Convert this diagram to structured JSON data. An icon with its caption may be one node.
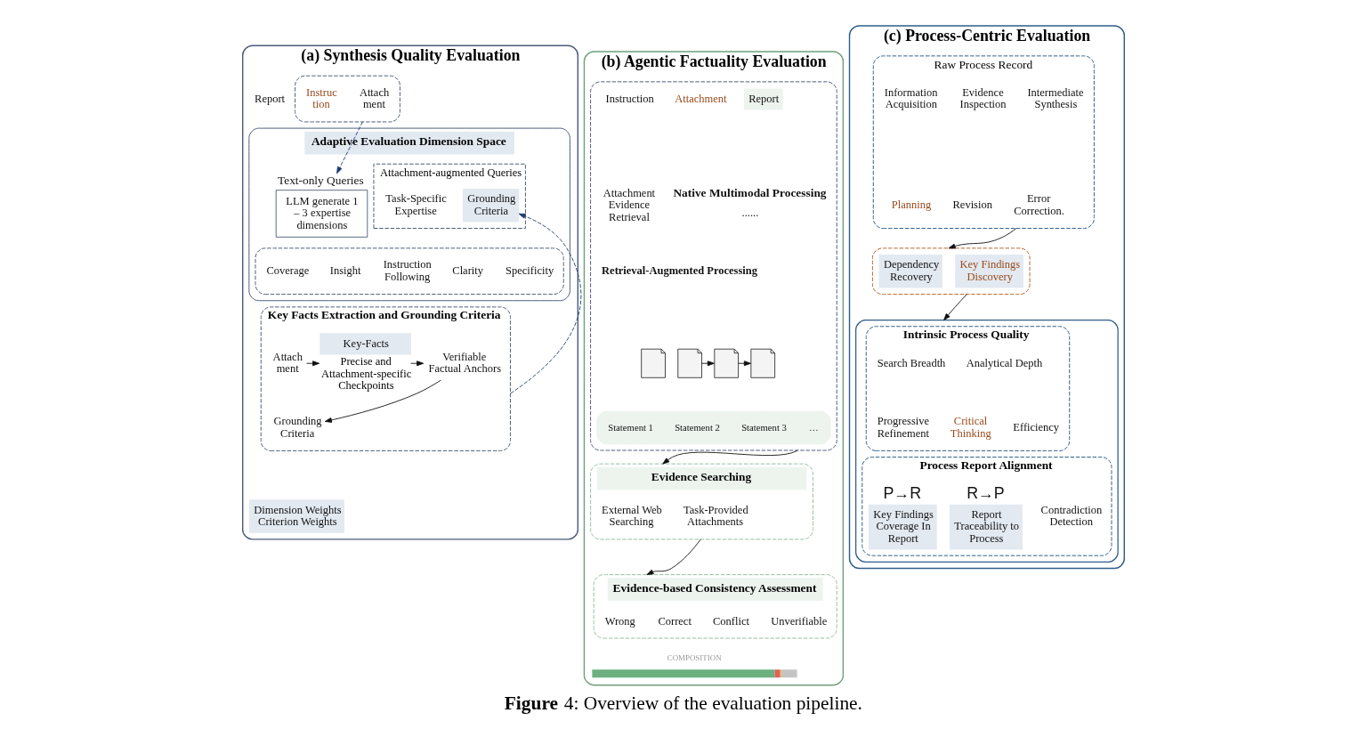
{
  "diagram": {
    "caption": "**Figure** 4: Overview of the evaluation pipeline.",
    "nodes": [
      {
        "text": [
          "(a) Synthesis Quality Evaluation"
        ]
      },
      {
        "text": [],
        "shape": "box",
        "in": 0
      },
      {
        "text": [
          "Instruc tion"
        ],
        "in": 1
      },
      {
        "text": [
          "Attach ment"
        ],
        "in": 1
      },
      {
        "text": [
          "Report"
        ],
        "in": 0
      },
      {
        "text": [
          "Adaptive Evaluation Dimension Space"
        ],
        "in": 0
      },
      {
        "text": [
          "Text-only Queries",
          "LLM generate 1 – 3 expertise dimensions"
        ],
        "in": 5
      },
      {
        "text": [
          "Attachment-augmented Queries"
        ],
        "in": 5
      },
      {
        "text": [
          "Task-Specific Expertise"
        ],
        "in": 7
      },
      {
        "text": [
          "Grounding Criteria"
        ],
        "in": 7
      },
      {
        "text": [],
        "shape": "box",
        "in": 5
      },
      {
        "text": [
          "Coverage"
        ],
        "in": 10
      },
      {
        "text": [
          "Insight"
        ],
        "in": 10
      },
      {
        "text": [
          "Instruction Following"
        ],
        "in": 10
      },
      {
        "text": [
          "Clarity"
        ],
        "in": 10
      },
      {
        "text": [
          "Specificity"
        ],
        "in": 10
      },
      {
        "text": [
          "Key Facts Extraction and Grounding Criteria"
        ],
        "in": 0
      },
      {
        "text": [
          "Attach ment"
        ],
        "in": 16
      },
      {
        "text": [
          "Key-Facts"
        ],
        "beside": [
          "Precise and Attachment-specific Checkpoints"
        ],
        "in": 16
      },
      {
        "text": [
          "Verifiable Factual Anchors"
        ],
        "in": 16
      },
      {
        "text": [
          "Grounding Criteria"
        ],
        "in": 16
      },
      {
        "text": [
          "Dimension Weights",
          "Criterion Weights"
        ],
        "in": 0
      },
      {
        "text": [
          "(b) Agentic Factuality Evaluation"
        ]
      },
      {
        "text": [],
        "shape": "box",
        "in": 22
      },
      {
        "text": [
          "Instruction"
        ],
        "in": 23
      },
      {
        "text": [
          "Attachment"
        ],
        "in": 23
      },
      {
        "text": [
          "Report"
        ],
        "in": 23
      },
      {
        "text": [
          "Attachment Evidence Retrieval"
        ],
        "in": 23
      },
      {
        "text": [
          "Native Multimodal Processing",
          "......"
        ],
        "in": 23
      },
      {
        "text": [
          "Retrieval-Augmented Processing"
        ],
        "in": 23
      },
      {
        "text": [],
        "shape": "picture",
        "in": 23
      },
      {
        "text": [],
        "shape": "picture",
        "in": 23
      },
      {
        "text": [],
        "shape": "picture",
        "in": 23
      },
      {
        "text": [],
        "shape": "picture",
        "in": 23
      },
      {
        "text": [],
        "shape": "bar",
        "in": 23
      },
      {
        "text": [
          "Statement 1"
        ],
        "in": 34
      },
      {
        "text": [
          "Statement 2"
        ],
        "in": 34
      },
      {
        "text": [
          "Statement 3"
        ],
        "in": 34
      },
      {
        "text": [
          "…"
        ],
        "in": 34
      },
      {
        "text": [
          "Evidence Searching"
        ],
        "in": 22
      },
      {
        "text": [
          "External Web Searching"
        ],
        "in": 39
      },
      {
        "text": [
          "Task-Provided Attachments"
        ],
        "in": 39
      },
      {
        "text": [
          "Evidence-based Consistency Assessment"
        ],
        "in": 22
      },
      {
        "text": [
          "Wrong"
        ],
        "in": 42
      },
      {
        "text": [
          "Correct"
        ],
        "in": 42
      },
      {
        "text": [
          "Conflict"
        ],
        "in": 42
      },
      {
        "text": [
          "Unverifiable"
        ],
        "in": 42
      },
      {
        "text": [
          "COMPOSITION"
        ],
        "in": 22
      },
      {
        "text": [
          "(c) Process-Centric Evaluation"
        ]
      },
      {
        "text": [
          "Raw Process Record"
        ],
        "in": 48
      },
      {
        "text": [
          "Information Acquisition"
        ],
        "in": 49
      },
      {
        "text": [
          "Evidence Inspection"
        ],
        "in": 49
      },
      {
        "text": [
          "Intermediate Synthesis"
        ],
        "in": 49
      },
      {
        "text": [
          "Planning"
        ],
        "in": 49
      },
      {
        "text": [
          "Revision"
        ],
        "in": 49
      },
      {
        "text": [
          "Error Correction."
        ],
        "in": 49
      },
      {
        "text": [],
        "shape": "box",
        "in": 48
      },
      {
        "text": [
          "Dependency Recovery"
        ],
        "in": 56
      },
      {
        "text": [
          "Key Findings Discovery"
        ],
        "in": 56
      },
      {
        "text": [],
        "shape": "box",
        "in": 48
      },
      {
        "text": [
          "Intrinsic Process Quality"
        ],
        "in": 59
      },
      {
        "text": [
          "Search Breadth"
        ],
        "in": 60
      },
      {
        "text": [
          "Analytical Depth"
        ],
        "in": 60
      },
      {
        "text": [
          "Progressive Refinement"
        ],
        "in": 60
      },
      {
        "text": [
          "Critical Thinking"
        ],
        "in": 60
      },
      {
        "text": [
          "Efficiency"
        ],
        "in": 60
      },
      {
        "text": [
          "Process Report Alignment"
        ],
        "in": 59
      },
      {
        "text": [
          "P→R",
          "Key Findings Coverage In Report"
        ],
        "in": 66
      },
      {
        "text": [
          "R→P",
          "Report Traceability to Process"
        ],
        "in": 66
      },
      {
        "text": [
          "Contradiction Detection"
        ],
        "in": 66
      }
    ],
    "edges": [
      {
        "from": 1,
        "to": 6,
        "arrow": "to",
        "style": "dashed",
        "color": "#1f3b73"
      },
      {
        "from": 16,
        "to": 9,
        "arrow": "to",
        "style": "dashed",
        "color": "#1f3b73"
      },
      {
        "from": 17,
        "to": 18,
        "arrow": "to"
      },
      {
        "from": 18,
        "to": 19,
        "arrow": "to"
      },
      {
        "from": 19,
        "to": 20,
        "arrow": "to"
      },
      {
        "from": 31,
        "to": 32,
        "arrow": "to"
      },
      {
        "from": 32,
        "to": 33,
        "arrow": "to"
      },
      {
        "from": 23,
        "to": 39,
        "arrow": "to"
      },
      {
        "from": 39,
        "to": 42,
        "arrow": "to"
      },
      {
        "from": 49,
        "to": 56,
        "arrow": "to"
      },
      {
        "from": 56,
        "to": 59,
        "arrow": "to"
      }
    ]
  }
}
